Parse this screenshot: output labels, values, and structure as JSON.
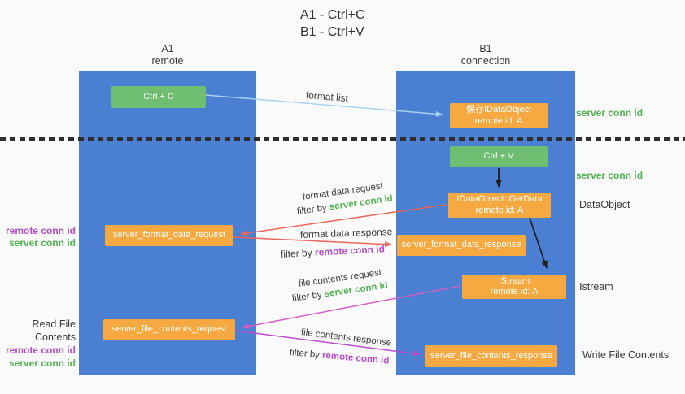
{
  "title": {
    "line1": "A1 - Ctrl+C",
    "line2": "B1 - Ctrl+V"
  },
  "lanes": {
    "left": {
      "name": "A1",
      "role": "remote"
    },
    "right": {
      "name": "B1",
      "role": "connection"
    }
  },
  "nodes": {
    "ctrl_c": {
      "label": "Ctrl + C"
    },
    "save_dataobject": {
      "line1": "保存IDataObject",
      "line2": "remote id: A"
    },
    "ctrl_v": {
      "label": "Ctrl + V"
    },
    "getdata": {
      "line1": "IDataObject::GetData",
      "line2": "remote id: A"
    },
    "format_request": {
      "label": "server_format_data_request"
    },
    "format_response": {
      "label": "server_format_data_response"
    },
    "istream": {
      "line1": "IStream",
      "line2": "remote id: A"
    },
    "file_request": {
      "label": "server_file_contents_request"
    },
    "file_response": {
      "label": "server_file_contents_response"
    }
  },
  "right_labels": {
    "server_conn_id_1": "server conn id",
    "server_conn_id_2": "server conn id",
    "dataobject": "DataObject",
    "istream": "Istream",
    "write_file_contents": "Write File Contents"
  },
  "left_labels": {
    "remote_conn_id_1": "remote conn id",
    "server_conn_id_1": "server conn id",
    "read_file_contents": "Read File Contents",
    "remote_conn_id_2": "remote conn id",
    "server_conn_id_2": "server conn id"
  },
  "arrows": {
    "format_list": {
      "label": "format list"
    },
    "format_data_request": {
      "label": "format data request",
      "filter_prefix": "filter by ",
      "filter_key": "server conn id"
    },
    "format_data_response": {
      "label": "format data response",
      "filter_prefix": "filter by ",
      "filter_key": "remote conn id"
    },
    "file_contents_request": {
      "label": "file contents request",
      "filter_prefix": "filter by ",
      "filter_key": "server conn id"
    },
    "file_contents_response": {
      "label": "file contents response",
      "filter_prefix": "filter by ",
      "filter_key": "remote conn id"
    }
  },
  "colors": {
    "lane_blue": "#4a7fd2",
    "node_orange": "#f7a941",
    "node_green": "#6fbe72",
    "accent_green": "#53b353",
    "accent_purple": "#b44fc8",
    "arrow_red": "#e8665c",
    "arrow_pink": "#d35ec0",
    "arrow_purple": "#b84fc8",
    "arrow_light_blue": "#a8d2ee",
    "arrow_black": "#1f1f1f"
  }
}
